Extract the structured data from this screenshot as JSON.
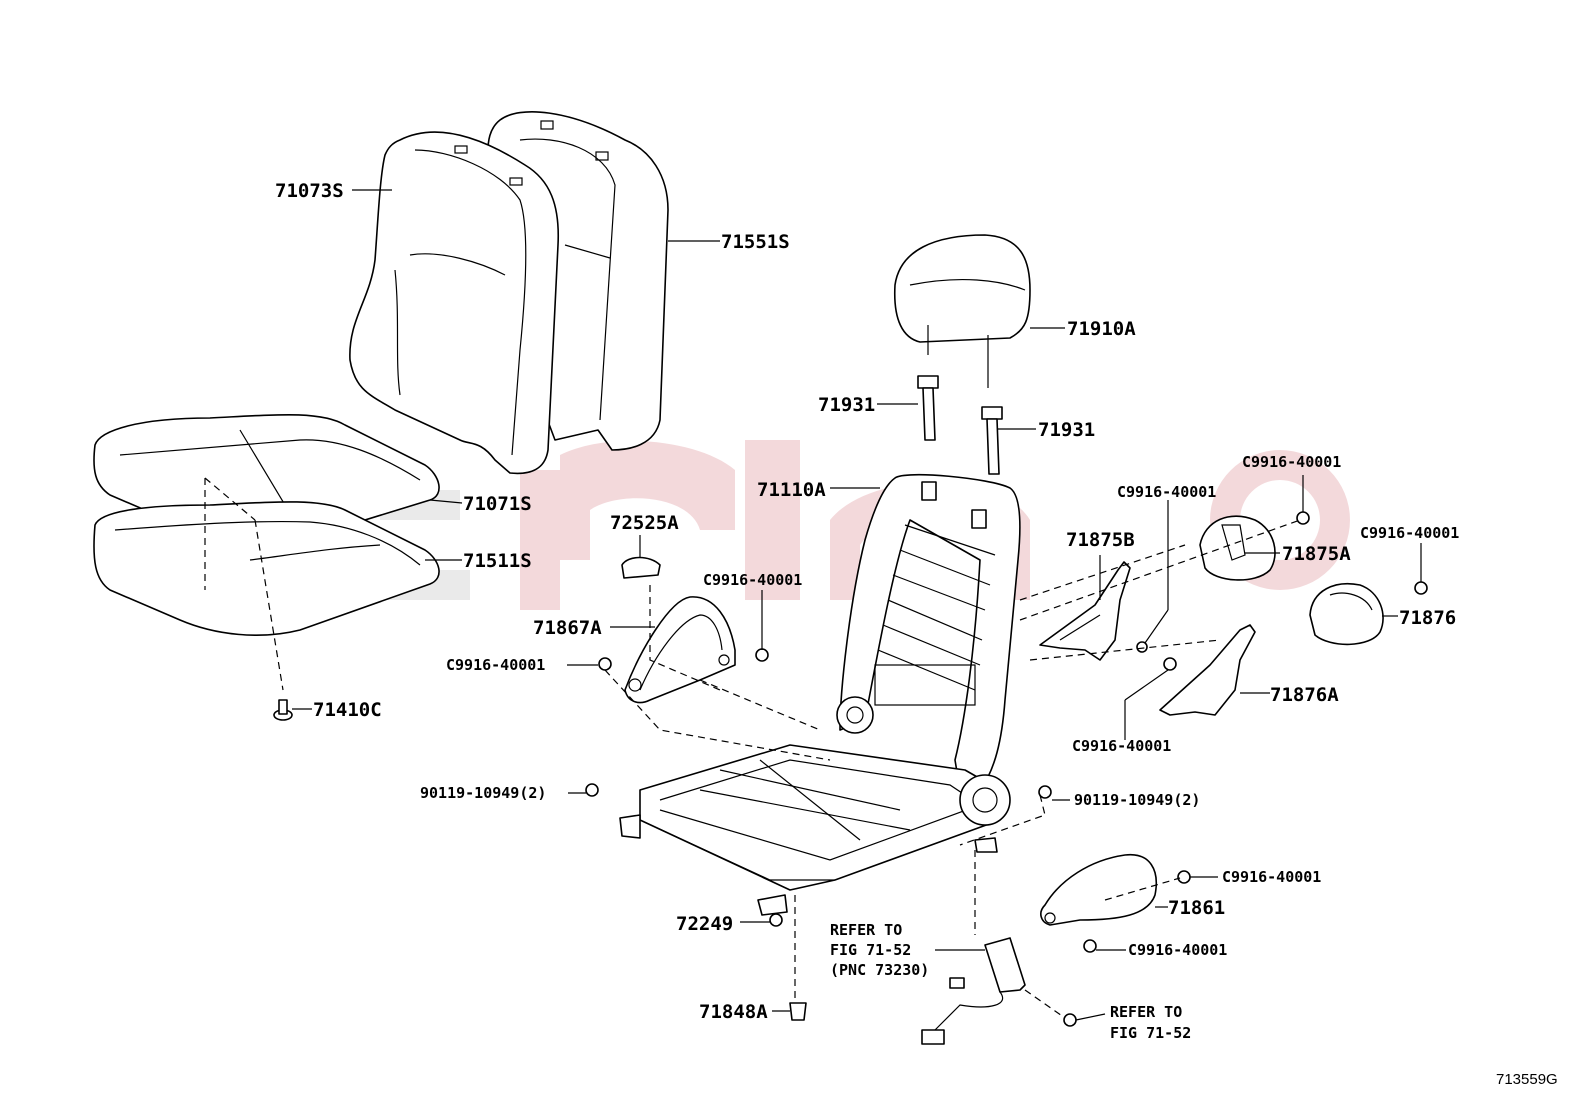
{
  "labels": {
    "p71073S": "71073S",
    "p71551S": "71551S",
    "p71910A": "71910A",
    "p71931_left": "71931",
    "p71931_right": "71931",
    "p71071S": "71071S",
    "p71511S": "71511S",
    "p72525A": "72525A",
    "p71110A": "71110A",
    "p71875B": "71875B",
    "p71875A": "71875A",
    "p71876": "71876",
    "p71876A": "71876A",
    "p71867A": "71867A",
    "p71410C": "71410C",
    "p72249": "72249",
    "p71848A": "71848A",
    "p71861": "71861",
    "c_top_right": "C9916-40001",
    "c_mid_right": "C9916-40001",
    "c_far_right": "C9916-40001",
    "c_71876A": "C9916-40001",
    "c_71867A_upper": "C9916-40001",
    "c_71867A_left": "C9916-40001",
    "c_71861_upper": "C9916-40001",
    "c_71861_lower": "C9916-40001",
    "bolt_left": "90119-10949(2)",
    "bolt_right": "90119-10949(2)"
  },
  "refer_notes": {
    "refer1_line1": "REFER TO",
    "refer1_line2": "FIG 71-52",
    "refer1_line3": "(PNC 73230)",
    "refer2_line1": "REFER TO",
    "refer2_line2": "FIG 71-52"
  },
  "figure_number": "713559G"
}
